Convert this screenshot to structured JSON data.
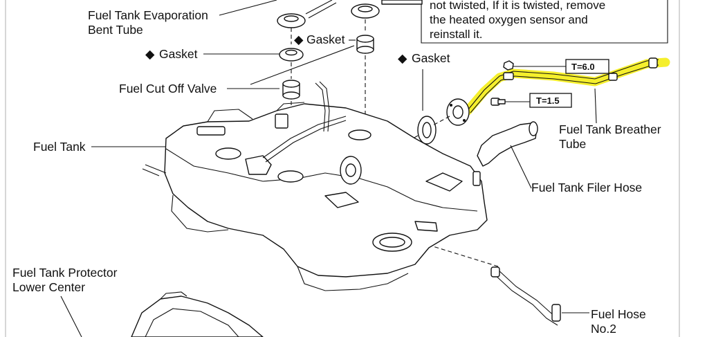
{
  "labels": {
    "evap_tube_1": "Fuel Tank Evaporation",
    "evap_tube_2": "Bent Tube",
    "gasket_a": "Gasket",
    "gasket_b": "Gasket",
    "gasket_c": "Gasket",
    "cut_off_valve": "Fuel Cut Off Valve",
    "fuel_tank": "Fuel Tank",
    "breather_1": "Fuel Tank Breather",
    "breather_2": "Tube",
    "filer_hose": "Fuel Tank Filer Hose",
    "protector_1": "Fuel Tank Protector",
    "protector_2": "Lower Center",
    "fuel_hose_1": "Fuel Hose",
    "fuel_hose_2": "No.2"
  },
  "note": {
    "line1": "not twisted, If it is twisted, remove",
    "line2": "the heated oxygen sensor and",
    "line3": "reinstall it."
  },
  "torque": {
    "t1": "T=6.0",
    "t2": "T=1.5"
  },
  "bullet": "◆",
  "colors": {
    "highlight": "#f4ee1a",
    "line": "#111111"
  }
}
